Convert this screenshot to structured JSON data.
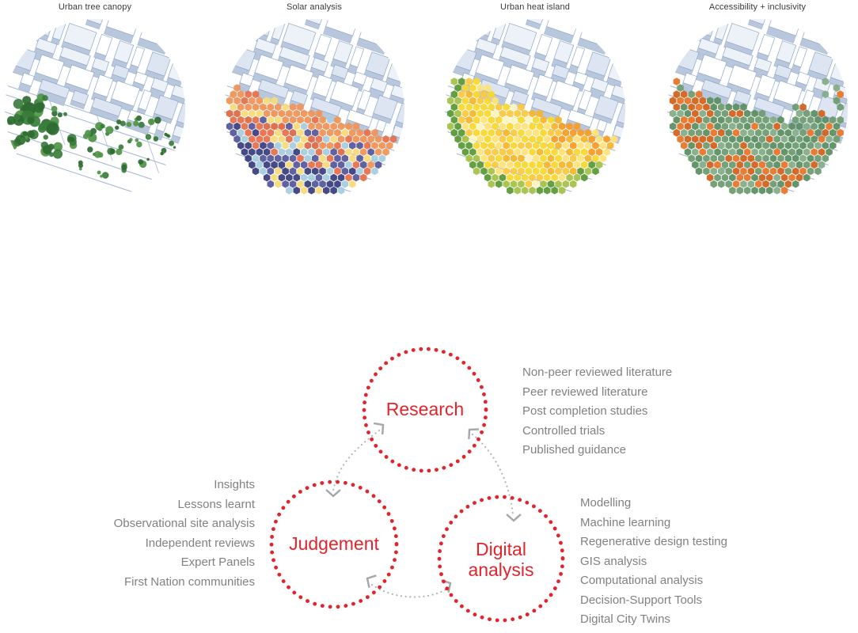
{
  "panels": [
    {
      "title": "Urban tree canopy",
      "overlay": "trees"
    },
    {
      "title": "Solar analysis",
      "overlay": "solar"
    },
    {
      "title": "Urban heat island",
      "overlay": "heat"
    },
    {
      "title": "Accessibility + inclusivity",
      "overlay": "access"
    }
  ],
  "cycle": {
    "research": {
      "label": "Research",
      "items": [
        "Non-peer reviewed literature",
        "Peer reviewed literature",
        "Post completion studies",
        "Controlled trials",
        "Published guidance"
      ]
    },
    "judgement": {
      "label": "Judgement",
      "items": [
        "Insights",
        "Lessons learnt",
        "Observational site analysis",
        "Independent reviews",
        "Expert Panels",
        "First Nation communities"
      ]
    },
    "digital": {
      "label_line1": "Digital",
      "label_line2": "analysis",
      "items": [
        "Modelling",
        "Machine learning",
        "Regenerative design testing",
        "GIS analysis",
        "Computational analysis",
        "Decision-Support Tools",
        "Digital City Twins"
      ]
    }
  },
  "colors": {
    "accent_red": "#e2242d",
    "list_text": "#808184",
    "title_text": "#3a3a3a",
    "arrow_gray": "#a4a6a9",
    "arrow_dot": "#b4b6b9",
    "building_stroke": "#8ea6c6",
    "building_side": "#b9c7dd",
    "road": "#a9bbd4",
    "tree_greens": [
      "#2e6b31",
      "#3a7d3c",
      "#4f9447"
    ],
    "solar_palette": {
      "orange": "#ef9357",
      "salmon": "#e8714d",
      "red": "#dd6a47",
      "yellow": "#f7da7a",
      "lightblue": "#a6cedf",
      "purple": "#575a9d",
      "navy": "#3c4080"
    },
    "heat_palette": {
      "yellow": "#f8d832",
      "gold": "#fbc840",
      "pale": "#fde37a",
      "amber": "#f5b62e",
      "orange": "#f59d27",
      "green": "#5c9a3a",
      "lightgreen": "#a6c24b",
      "cream": "#fcf3c0"
    },
    "access_palette": {
      "green": "#6f9c72",
      "darkgreen": "#5d8f62",
      "lightgreen": "#85ad88",
      "orange": "#e8762a",
      "darkorange": "#d2631f"
    }
  }
}
